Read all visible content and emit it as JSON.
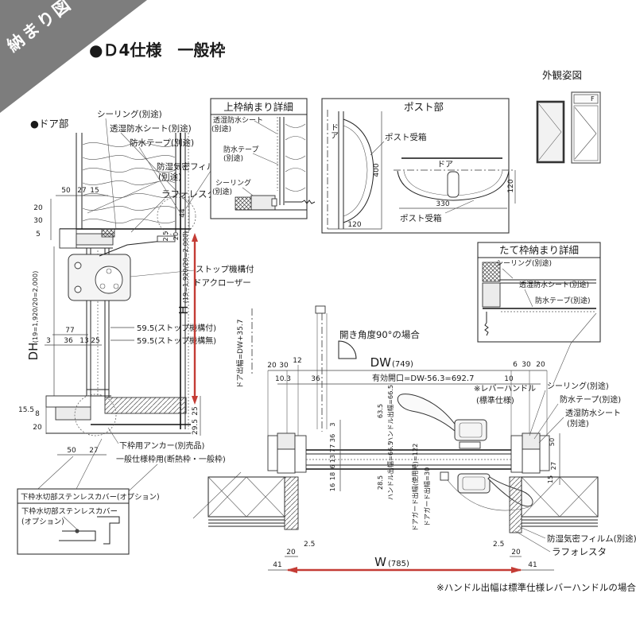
{
  "banner": {
    "label": "納まり図"
  },
  "header": {
    "title": "●Ｄ4仕様　一般枠"
  },
  "exterior": {
    "title": "外観姿図",
    "panel_label": "F"
  },
  "left": {
    "door_label": "●ドア部",
    "sealing": "シーリング(別途)",
    "sheet": "透湿防水シート(別途)",
    "tape": "防水テープ(別途)",
    "film1": "防湿気密フィルム",
    "film2": "(別途)",
    "laforesta": "ラフォレスタ",
    "closer1": "ストップ機構付",
    "closer2": "ドアクローザー",
    "stop_with": "59.5(ストップ機構付)",
    "stop_without": "59.5(ストップ機構無)",
    "anchor1": "下枠用アンカー(別売品)",
    "anchor2": "一般仕様枠用(断熱枠・一般枠)",
    "dh": "DH",
    "dh_sub": "(19=1,920/20=2,000)",
    "h": "H",
    "h_sub": "(19=1,920/20=2,000)",
    "dims": {
      "d50": "50",
      "d27": "27",
      "d15": "15",
      "v20": "20",
      "v30": "30",
      "v5": "5",
      "d44": "44",
      "s2_5": "2.5",
      "s20": "20",
      "d77": "77",
      "r3": "3",
      "r36": "36",
      "r13": "13",
      "r25": "25",
      "b15_5": "15.5",
      "b8": "8",
      "b20": "20",
      "b25": "25",
      "b29_5": "29.5",
      "b50": "50",
      "b27": "27"
    }
  },
  "top_detail": {
    "title": "上枠納まり詳細",
    "sheet1": "透湿防水シート",
    "sheet2": "(別途)",
    "tape1": "防水テープ",
    "tape2": "(別途)",
    "seal1": "シーリング",
    "seal2": "(別途)"
  },
  "post": {
    "title": "ポスト部",
    "door_side": "ドア",
    "box_upper": "ポスト受箱",
    "d400": "400",
    "d120_side": "120",
    "door_plan": "ドア",
    "d120_plan": "120",
    "d330": "330",
    "box_lower": "ポスト受箱"
  },
  "vert_detail": {
    "title": "たて枠納まり詳細",
    "seal": "シーリング(別途)",
    "sheet": "透湿防水シート(別途)",
    "tape": "防水テープ(別途)"
  },
  "plan": {
    "open_angle": "開き角度90°の場合",
    "door_proj": "ドア出幅=DW+35.7",
    "dw": "DW",
    "dw_sub": "(749)",
    "effective": "有効開口=DW-56.3=692.7",
    "lever1": "※レバーハンドル",
    "lever2": "(標準仕様)",
    "seal": "シーリング(別途)",
    "tape": "防水テープ(別途)",
    "sheet1": "透湿防水シート",
    "sheet2": "(別途)",
    "handle_top": "ハンドル出幅=66.5",
    "handle_bot": "ハンドル出幅=66.5",
    "guard_use": "ドアガード出幅(使用時)=122",
    "guard": "ドアガード出幅=30",
    "film": "防湿気密フィルム(別途)",
    "laforesta": "ラフォレスタ",
    "w": "W",
    "w_sub": "(785)",
    "dims": {
      "t20": "20",
      "t30": "30",
      "t12": "12",
      "t10_3": "10.3",
      "t36": "36",
      "r6": "6",
      "r30": "30",
      "r20": "20",
      "r10": "10",
      "c63_5": "63.5",
      "c28_5": "28.5",
      "s3": "3",
      "s36": "36",
      "s77": "77",
      "s13": "13",
      "s6": "6",
      "s18": "18",
      "s16": "16",
      "e50": "50",
      "e27": "27",
      "e15": "15",
      "bl2_5": "2.5",
      "bl20": "20",
      "bl41": "41",
      "br2_5": "2.5",
      "br20": "20",
      "br41": "41"
    }
  },
  "cover_box": {
    "title": "下枠水切部ステンレスカバー(オプション)",
    "line1": "下枠水切部ステンレスカバー",
    "line2": "(オプション)"
  },
  "footnote": "※ハンドル出幅は標準仕様レバーハンドルの場合"
}
